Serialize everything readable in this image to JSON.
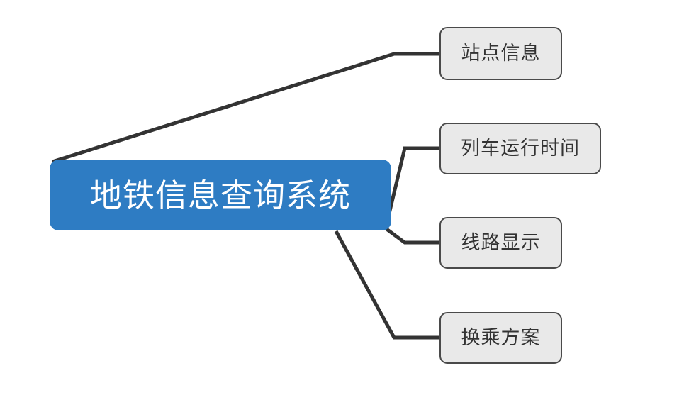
{
  "diagram": {
    "type": "mind-map",
    "title": "地铁信息查询系统",
    "background_color": "#FFFFFF",
    "root": {
      "label": "地铁信息查询系统",
      "fill_color": "#2E7CC3",
      "text_color": "#FFFFFF"
    },
    "branch_style": {
      "fill_color": "#E9E9E9",
      "border_color": "#4A4A4A",
      "text_color": "#333333",
      "connector_color": "#333333"
    },
    "branches": [
      {
        "label": "站点信息"
      },
      {
        "label": "列车运行时间"
      },
      {
        "label": "线路显示"
      },
      {
        "label": "换乘方案"
      }
    ]
  }
}
